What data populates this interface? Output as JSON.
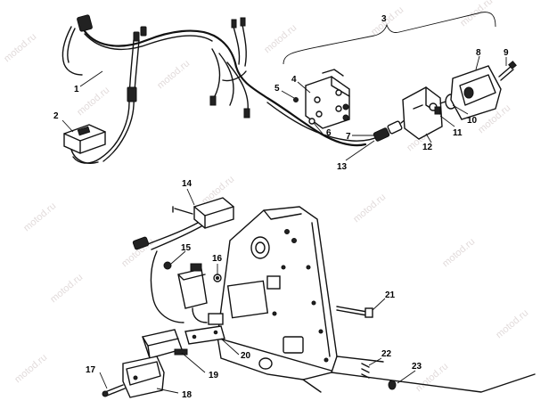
{
  "watermark": {
    "text": "motod.ru"
  },
  "callouts": {
    "c1": "1",
    "c2": "2",
    "c3": "3",
    "c4": "4",
    "c5": "5",
    "c6": "6",
    "c7": "7",
    "c8": "8",
    "c9": "9",
    "c10": "10",
    "c11": "11",
    "c12": "12",
    "c13": "13",
    "c14": "14",
    "c15": "15",
    "c16": "16",
    "c17": "17",
    "c18": "18",
    "c19": "19",
    "c20": "20",
    "c21": "21",
    "c22": "22",
    "c23": "23"
  }
}
